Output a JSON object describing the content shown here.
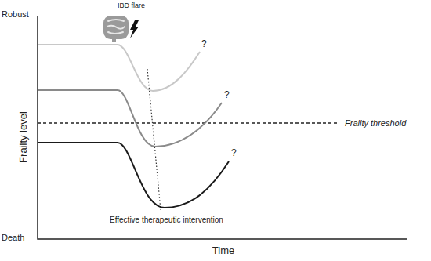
{
  "diagram": {
    "labels": [
      "Robust",
      "IBD flare",
      "Frailty level",
      "Frailty threshold",
      "Effective therapeutic intervention",
      "?",
      "?",
      "?",
      "Death",
      "Time"
    ]
  }
}
